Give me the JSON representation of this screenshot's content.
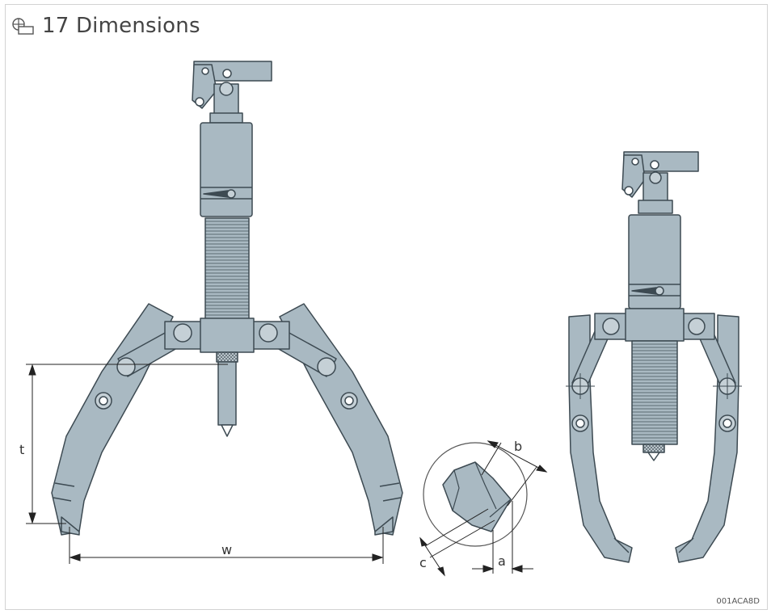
{
  "figure": {
    "number": "17",
    "title": "Dimensions",
    "reference_code": "001ACA8D"
  },
  "dimensions": {
    "t": "t",
    "w": "w",
    "a": "a",
    "b": "b",
    "c": "c"
  },
  "colors": {
    "tool_fill": "#a9b9c2",
    "tool_stroke": "#3d4a52",
    "dim_line": "#222222",
    "frame": "#d3d3d3"
  },
  "icons": {
    "figure_icon": "figure-icon"
  }
}
